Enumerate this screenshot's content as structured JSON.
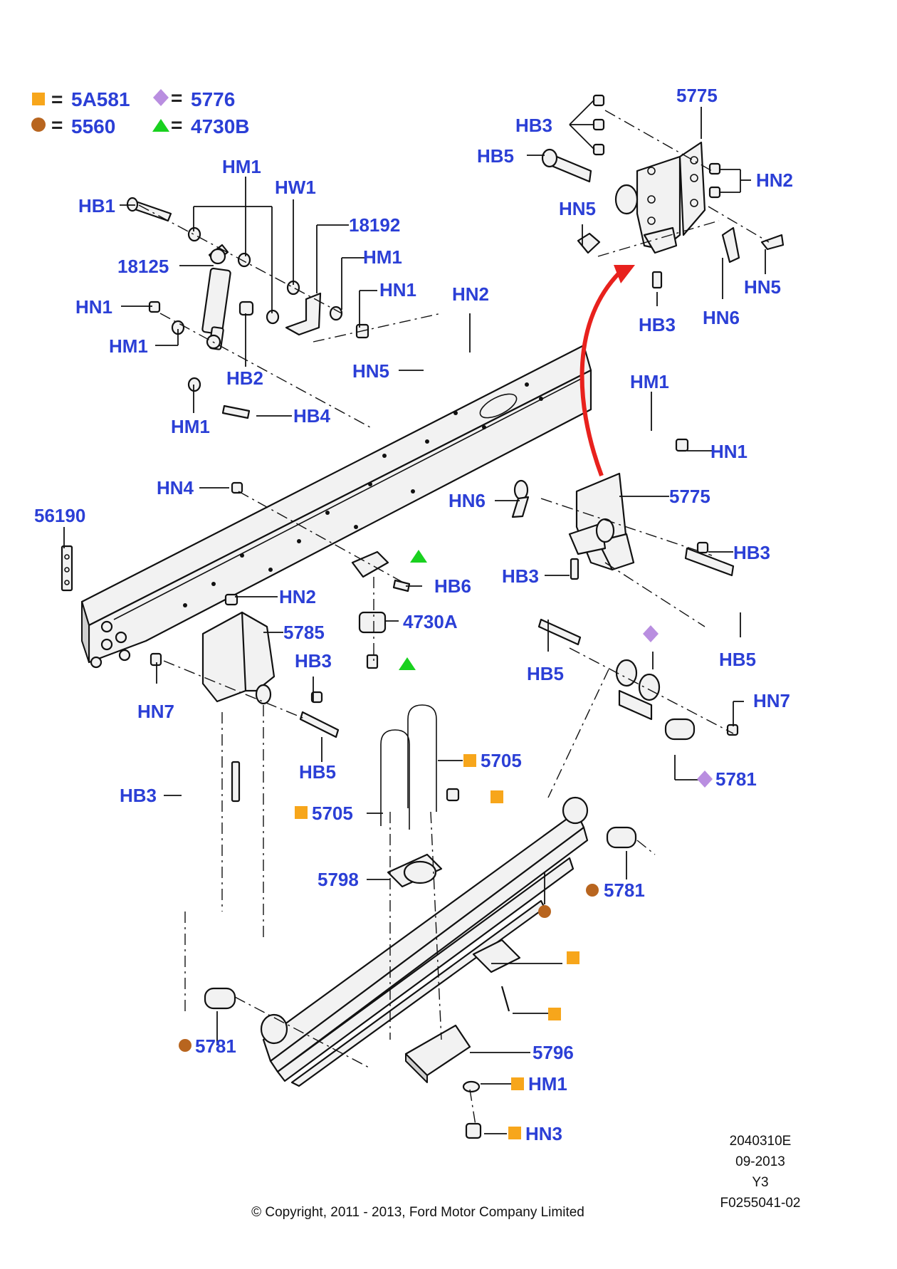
{
  "legend": {
    "square": {
      "symbol": "square-icon",
      "color": "#f7a61b",
      "code": "5A581"
    },
    "circle": {
      "symbol": "circle-icon",
      "color": "#b8651f",
      "code": "5560"
    },
    "diamond": {
      "symbol": "diamond-icon",
      "color": "#b98ee0",
      "code": "5776"
    },
    "triangle": {
      "symbol": "triangle-icon",
      "color": "#19d11f",
      "code": "4730B"
    }
  },
  "callouts": {
    "hb1": "HB1",
    "hm1_shock_top": "HM1",
    "hw1": "HW1",
    "p18192": "18192",
    "hm1_bracket": "HM1",
    "p18125": "18125",
    "hn1_bracket": "HN1",
    "hn1_shock": "HN1",
    "hm1_shock_low": "HM1",
    "hb2": "HB2",
    "hm1_bottom": "HM1",
    "hb4": "HB4",
    "hn2_frame": "HN2",
    "hn5_frame": "HN5",
    "p5775_top": "5775",
    "hb3_top": "HB3",
    "hb5_top": "HB5",
    "hn2_top": "HN2",
    "hn5_left": "HN5",
    "hn5_right": "HN5",
    "hb3_hanger": "HB3",
    "hn6_top": "HN6",
    "hm1_right": "HM1",
    "hn1_right": "HN1",
    "hn4": "HN4",
    "p56190": "56190",
    "hn6_mid": "HN6",
    "p5775_mid": "5775",
    "hb3_mid_right": "HB3",
    "hb6": "HB6",
    "hb3_mid_left": "HB3",
    "p4730a": "4730A",
    "hn2_front": "HN2",
    "p5785": "5785",
    "hb3_front": "HB3",
    "hn7_left": "HN7",
    "hb5_front": "HB5",
    "hb5_right_a": "HB5",
    "hb5_right_b": "HB5",
    "hn7_right": "HN7",
    "p5705_right": "5705",
    "p5781_right": "5781",
    "hb3_lone": "HB3",
    "p5705_left": "5705",
    "p5798": "5798",
    "p5781_mid": "5781",
    "p5781_left": "5781",
    "p5796": "5796",
    "hm1_pad": "HM1",
    "hn3": "HN3"
  },
  "footer": {
    "drawing_no": "2040310E",
    "date": "09-2013",
    "variant": "Y3",
    "ref": "F0255041-02",
    "copyright": "© Copyright, 2011 - 2013, Ford Motor Company Limited"
  },
  "highlight": {
    "arrow_color": "#e8211d"
  }
}
